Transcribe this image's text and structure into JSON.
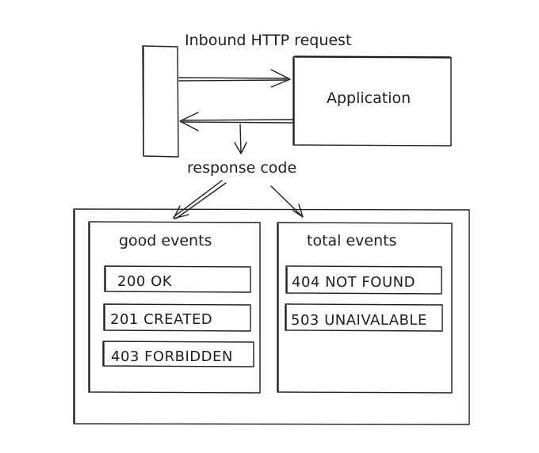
{
  "labels": {
    "request": "Inbound HTTP request",
    "application": "Application",
    "response_code": "response code"
  },
  "groups": {
    "good": {
      "title": "good events",
      "codes": [
        "200 OK",
        "201 CREATED",
        "403 FORBIDDEN"
      ]
    },
    "total": {
      "title": "total events",
      "codes": [
        "404 NOT FOUND",
        "503 UNAIVALABLE"
      ]
    }
  },
  "colors": {
    "ink": "#1e1e1e",
    "background": "#ffffff"
  }
}
